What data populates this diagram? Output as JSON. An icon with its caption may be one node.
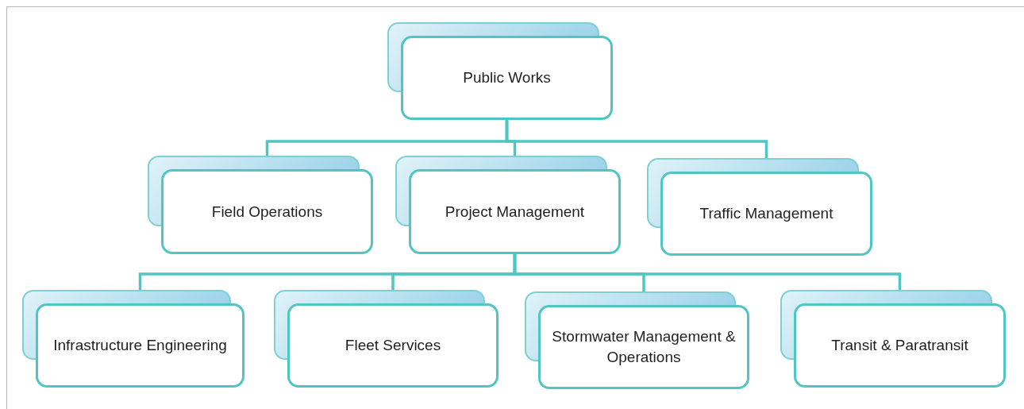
{
  "diagram": {
    "nodes": [
      {
        "text": [
          "Public Works"
        ]
      },
      {
        "text": [
          "Field Operations"
        ]
      },
      {
        "text": [
          "Project Management"
        ]
      },
      {
        "text": [
          "Traffic Management"
        ]
      },
      {
        "text": [
          "Infrastructure Engineering"
        ]
      },
      {
        "text": [
          "Fleet Services"
        ]
      },
      {
        "text": [
          "Stormwater Management & Operations"
        ]
      },
      {
        "text": [
          "Transit & Paratransit"
        ]
      }
    ],
    "edges": [
      {
        "from": 0,
        "to": 1,
        "arrow": "none"
      },
      {
        "from": 0,
        "to": 2,
        "arrow": "none"
      },
      {
        "from": 0,
        "to": 3,
        "arrow": "none"
      },
      {
        "from": 2,
        "to": 4,
        "arrow": "none"
      },
      {
        "from": 2,
        "to": 5,
        "arrow": "none"
      },
      {
        "from": 2,
        "to": 6,
        "arrow": "none"
      },
      {
        "from": 2,
        "to": 7,
        "arrow": "none"
      }
    ]
  }
}
